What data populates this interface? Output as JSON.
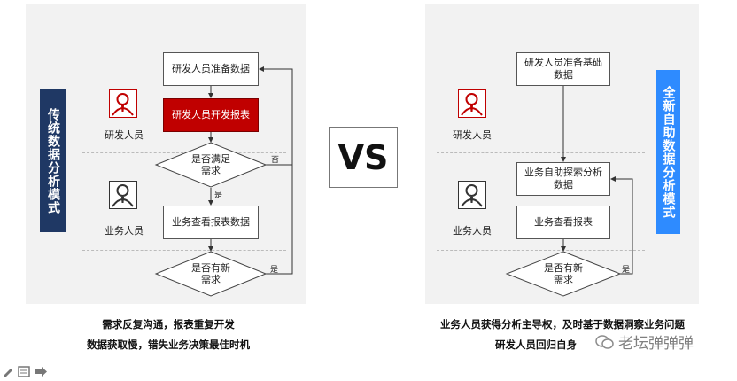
{
  "left": {
    "tag": "传统数据分析模式",
    "roles": [
      "研发人员",
      "业务人员"
    ],
    "steps": [
      "研发人员准备数据",
      "研发人员开发报表",
      "业务查看报表数据"
    ],
    "decisions": [
      [
        "是否满足",
        "需求"
      ],
      [
        "是否有新",
        "需求"
      ]
    ],
    "edge_labels": {
      "no": "否",
      "yes": "是",
      "yes2": "是"
    },
    "caption": [
      "需求反复沟通，报表重复开发",
      "数据获取慢，错失业务决策最佳时机"
    ]
  },
  "vs": "VS",
  "right": {
    "tag": "全新自助数据分析模式",
    "roles": [
      "研发人员",
      "业务人员"
    ],
    "steps": [
      [
        "研发人员准备基础",
        "数据"
      ],
      [
        "业务自助探索分析",
        "数据"
      ],
      "业务查看报表"
    ],
    "decision": [
      "是否有新",
      "需求"
    ],
    "edge_labels": {
      "yes": "是"
    },
    "caption": [
      "业务人员获得分析主导权，及时基于数据洞察业务问题",
      "研发人员回归自身"
    ]
  },
  "watermark": "老坛弹弹弹",
  "colors": {
    "red": "#c00000",
    "navy": "#1f3864",
    "blue": "#2e8bff",
    "panel": "#f2f2f2"
  },
  "footer_icons": [
    "pencil-icon",
    "note-icon",
    "arrow-right-icon"
  ]
}
